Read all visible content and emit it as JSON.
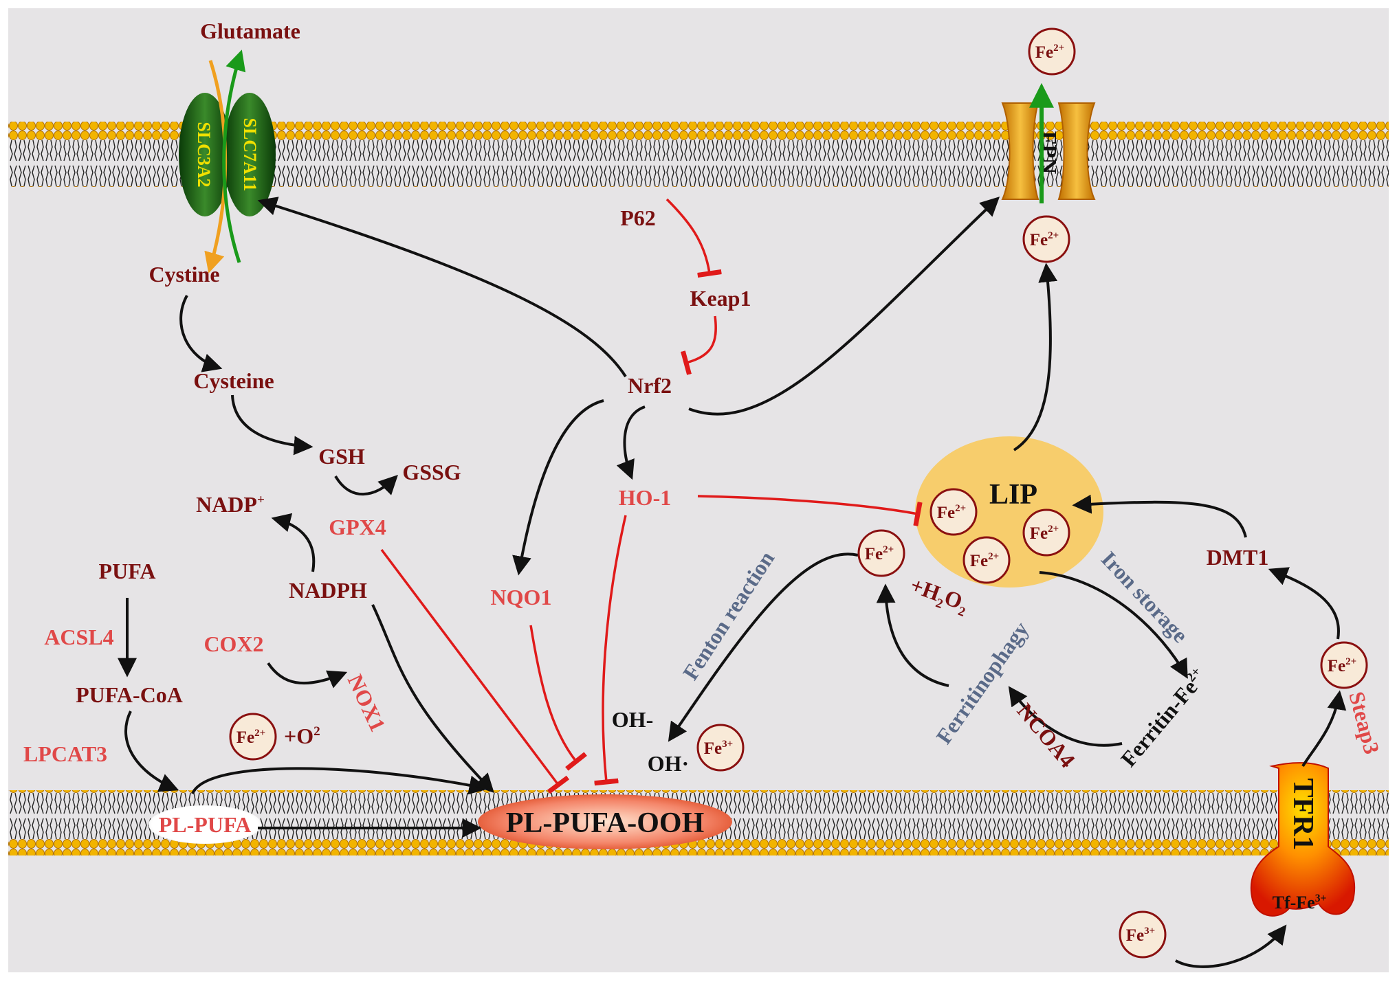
{
  "colors": {
    "background": "#e6e4e6",
    "dark_red": "#7a1010",
    "light_red": "#e04848",
    "slate": "#5a6a88",
    "inhibit_red": "#e01a1a",
    "arrow_black": "#111111",
    "membrane_yellow": "#f0b000",
    "transporter_green": "#1e5a1a",
    "lip_yellow": "#f7cd6c"
  },
  "labels": {
    "glutamate": "Glutamate",
    "slc3a2": "SLC3A2",
    "slc7a11": "SLC7A11",
    "cystine": "Cystine",
    "cysteine": "Cysteine",
    "gsh": "GSH",
    "gssg": "GSSG",
    "nadp": "NADP",
    "nadp_sup": "+",
    "gpx4": "GPX4",
    "nadph": "NADPH",
    "pufa": "PUFA",
    "acsl4": "ACSL4",
    "pufa_coa": "PUFA-CoA",
    "lpcat3": "LPCAT3",
    "cox2": "COX2",
    "nox1": "NOX1",
    "o2": "+O",
    "o2_sup": "2",
    "pl_pufa": "PL-PUFA",
    "pl_pufa_ooh": "PL-PUFA-OOH",
    "p62": "P62",
    "keap1": "Keap1",
    "nrf2": "Nrf2",
    "ho1": "HO-1",
    "nqo1": "NQO1",
    "fpn": "FPN",
    "lip": "LIP",
    "h2o2_a": "+H",
    "h2o2_b": "2",
    "h2o2_c": "O",
    "h2o2_d": "2",
    "fenton": "Fenton reaction",
    "oh_minus": "OH-",
    "oh_dot": "OH·",
    "iron_storage": "Iron storage",
    "ferritinophagy": "Ferritinophagy",
    "ncoa4": "NCOA4",
    "ferritin": "Ferritin-Fe",
    "ferritin_sup": "2+",
    "dmt1": "DMT1",
    "steap3": "Steap3",
    "tfr1": "TFR1",
    "tf_fe": "Tf-Fe",
    "tf_fe_sup": "3+"
  },
  "ions": {
    "fe2_base": "Fe",
    "fe2_charge": "2+",
    "fe3_base": "Fe",
    "fe3_charge": "3+"
  }
}
